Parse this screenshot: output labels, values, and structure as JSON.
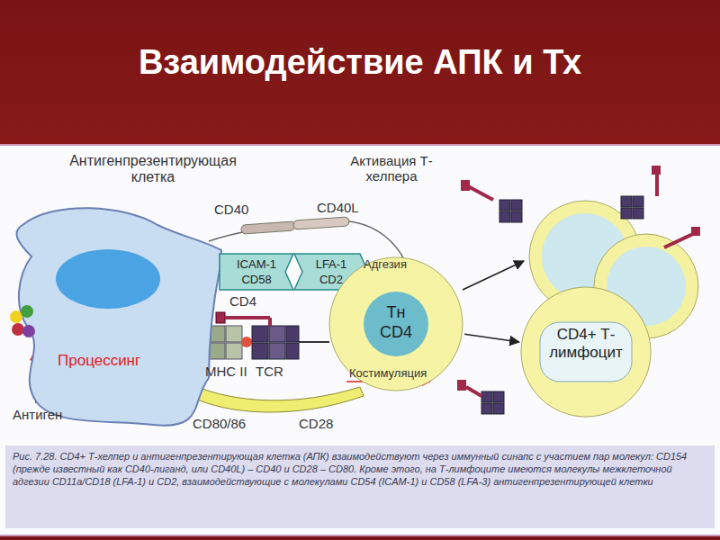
{
  "diagram": {
    "title": "Взаимодействие АПК и Тх",
    "caption": "Рис. 7.28. CD4+ Т-хелпер и антигенпрезентирующая клетка (АПК) взаимодействуют через иммунный синапс с участием пар молекул: CD154 (прежде известный как CD40-лиганд, или CD40L) – CD40 и CD28 – CD80. Кроме этого, на Т-лимфоците имеются молекулы межклеточной адгезии CD11a/CD18 (LFA-1) и CD2, взаимодействующие с молекулами CD54 (ICAM-1) и CD58 (LFA-3) антигенпрезентирующей клетки",
    "nodes": [
      {
        "text": [
          "Антигенпрезентирующая клетка"
        ]
      },
      {
        "text": [
          "ICAM-1",
          "CD58"
        ]
      },
      {
        "text": [
          "LFA-1",
          "CD2"
        ]
      },
      {
        "text": [
          "Тн",
          "CD4"
        ]
      },
      {
        "text": [
          "CD4+ Т-лимфоцит"
        ]
      }
    ],
    "edges": [
      {
        "from": 3,
        "to": 4,
        "arrow": "to"
      }
    ],
    "labels": [
      "Активация Т-хелпера",
      "CD40",
      "CD40L",
      "Адгезия",
      "CD4",
      "Процессинг",
      "MHC II",
      "TCR",
      "Костимуляция",
      "Антиген",
      "CD80/86",
      "CD28"
    ]
  }
}
